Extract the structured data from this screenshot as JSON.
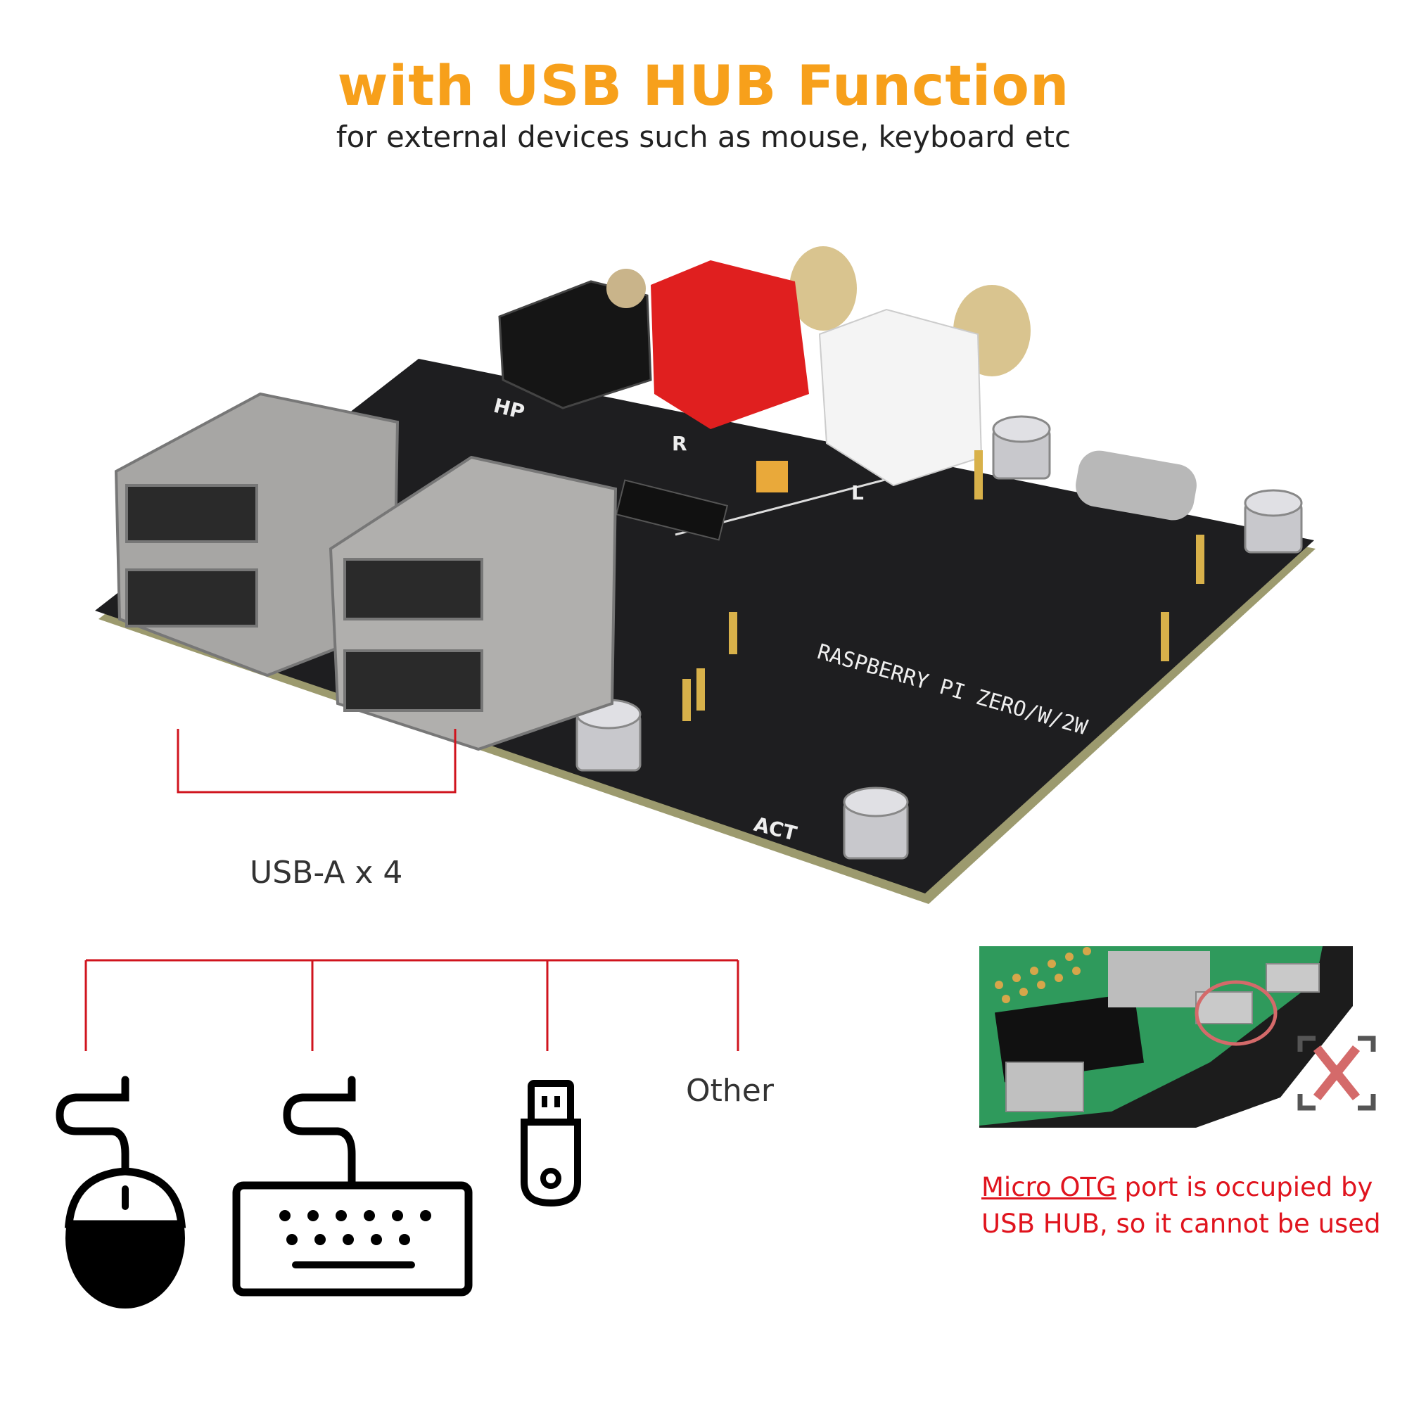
{
  "header": {
    "title": "with USB HUB Function",
    "subtitle": "for external devices such as mouse, keyboard etc"
  },
  "board": {
    "silkscreen_model": "RASPBERRY PI ZERO/W/2W",
    "label_hp": "HP",
    "label_r": "R",
    "label_l": "L",
    "label_act": "ACT"
  },
  "ports": {
    "usb_label": "USB-A x 4",
    "devices": [
      {
        "name": "mouse",
        "icon": "mouse-icon"
      },
      {
        "name": "keyboard",
        "icon": "keyboard-icon"
      },
      {
        "name": "usb-drive",
        "icon": "usb-drive-icon"
      },
      {
        "name": "other",
        "label": "Other"
      }
    ]
  },
  "note": {
    "highlight": "Micro OTG",
    "line1_rest": " port is occupied by",
    "line2": "USB HUB, so it cannot be used"
  },
  "colors": {
    "title": "#f7a01b",
    "bracket": "#d0141e",
    "note": "#e0141e",
    "board": "#1e1e20",
    "pi_green": "#2f9a5c",
    "x_mark": "#d46a6a"
  }
}
